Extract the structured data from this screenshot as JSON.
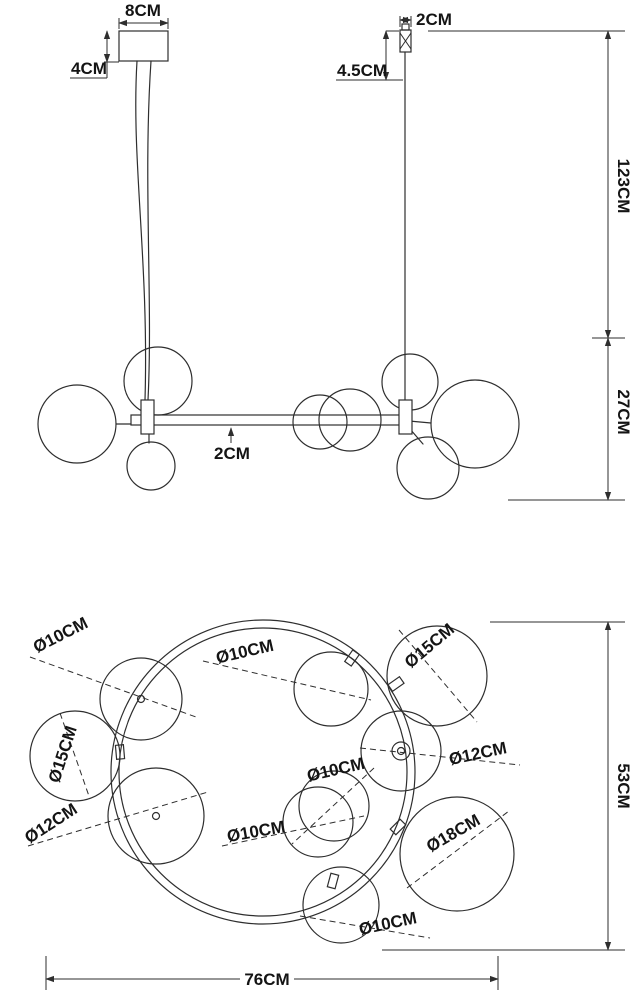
{
  "drawing": {
    "side_view": {
      "canopy_width": "8CM",
      "canopy_height": "4CM",
      "hanger_width": "2CM",
      "hanger_drop": "4.5CM",
      "suspension_height": "123CM",
      "fixture_height": "27CM",
      "bar_diameter": "2CM"
    },
    "plan_view": {
      "total_width": "76CM",
      "total_depth": "53CM",
      "globes": [
        {
          "id": "top-left",
          "label": "Ø10CM"
        },
        {
          "id": "top-middle",
          "label": "Ø10CM"
        },
        {
          "id": "top-right",
          "label": "Ø15CM"
        },
        {
          "id": "left",
          "label": "Ø15CM"
        },
        {
          "id": "right",
          "label": "Ø12CM"
        },
        {
          "id": "bottom-left",
          "label": "Ø12CM"
        },
        {
          "id": "middle-upper",
          "label": "Ø10CM"
        },
        {
          "id": "middle-lower",
          "label": "Ø10CM"
        },
        {
          "id": "bottom-right",
          "label": "Ø18CM"
        },
        {
          "id": "bottom",
          "label": "Ø10CM"
        }
      ]
    }
  }
}
